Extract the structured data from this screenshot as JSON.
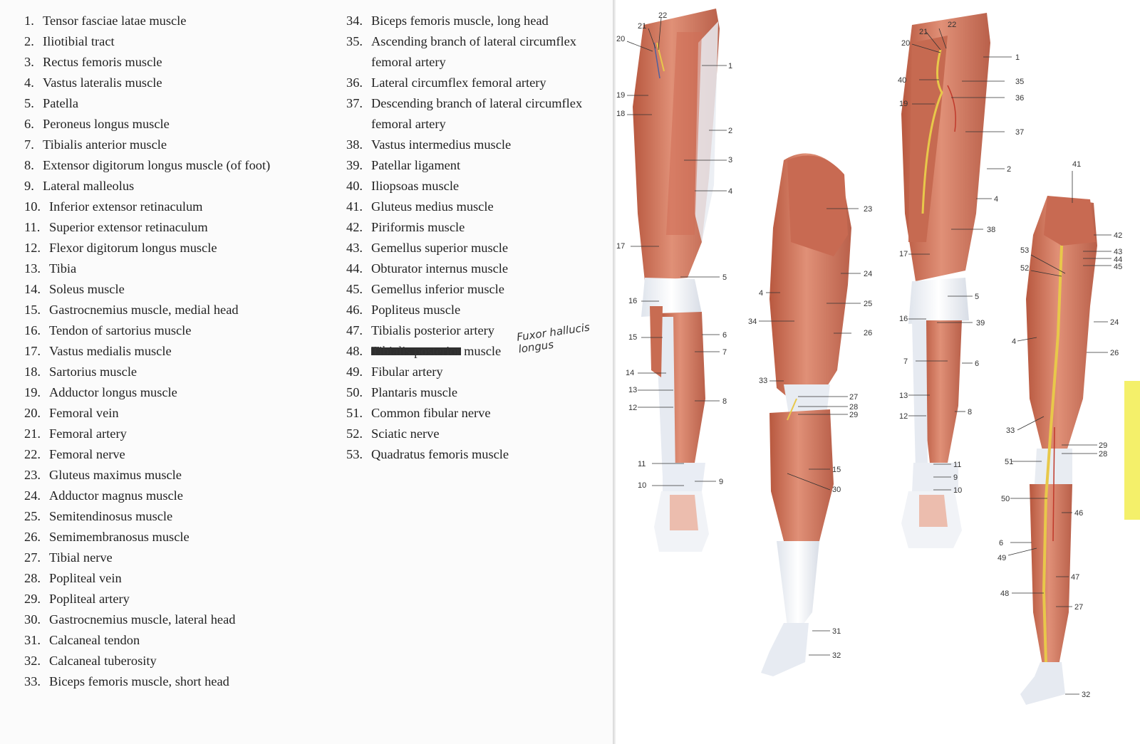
{
  "legend": {
    "col1": [
      {
        "num": "1.",
        "text": "Tensor fasciae latae muscle"
      },
      {
        "num": "2.",
        "text": "Iliotibial tract"
      },
      {
        "num": "3.",
        "text": "Rectus femoris muscle"
      },
      {
        "num": "4.",
        "text": "Vastus lateralis muscle"
      },
      {
        "num": "5.",
        "text": "Patella"
      },
      {
        "num": "6.",
        "text": "Peroneus longus muscle"
      },
      {
        "num": "7.",
        "text": "Tibialis anterior muscle"
      },
      {
        "num": "8.",
        "text": "Extensor digitorum longus muscle (of foot)"
      },
      {
        "num": "9.",
        "text": "Lateral malleolus"
      },
      {
        "num": "10.",
        "text": "Inferior extensor retinaculum"
      },
      {
        "num": "11.",
        "text": "Superior extensor retinaculum"
      },
      {
        "num": "12.",
        "text": "Flexor digitorum longus muscle"
      },
      {
        "num": "13.",
        "text": "Tibia"
      },
      {
        "num": "14.",
        "text": "Soleus muscle"
      },
      {
        "num": "15.",
        "text": "Gastrocnemius muscle, medial head"
      },
      {
        "num": "16.",
        "text": "Tendon of sartorius muscle"
      },
      {
        "num": "17.",
        "text": "Vastus medialis muscle"
      },
      {
        "num": "18.",
        "text": "Sartorius muscle"
      },
      {
        "num": "19.",
        "text": "Adductor longus muscle"
      },
      {
        "num": "20.",
        "text": "Femoral vein"
      },
      {
        "num": "21.",
        "text": "Femoral artery"
      },
      {
        "num": "22.",
        "text": "Femoral nerve"
      },
      {
        "num": "23.",
        "text": "Gluteus maximus muscle"
      },
      {
        "num": "24.",
        "text": "Adductor magnus muscle"
      },
      {
        "num": "25.",
        "text": "Semitendinosus muscle"
      },
      {
        "num": "26.",
        "text": "Semimembranosus muscle"
      },
      {
        "num": "27.",
        "text": "Tibial nerve"
      },
      {
        "num": "28.",
        "text": "Popliteal vein"
      },
      {
        "num": "29.",
        "text": "Popliteal artery"
      },
      {
        "num": "30.",
        "text": "Gastrocnemius muscle, lateral head"
      },
      {
        "num": "31.",
        "text": "Calcaneal tendon"
      },
      {
        "num": "32.",
        "text": "Calcaneal tuberosity"
      },
      {
        "num": "33.",
        "text": "Biceps femoris muscle, short head"
      }
    ],
    "col2": [
      {
        "num": "34.",
        "text": "Biceps femoris muscle, long head"
      },
      {
        "num": "35.",
        "text": "Ascending branch of lateral circumflex femoral artery"
      },
      {
        "num": "36.",
        "text": "Lateral circumflex  femoral artery"
      },
      {
        "num": "37.",
        "text": "Descending branch of lateral circumflex femoral artery"
      },
      {
        "num": "38.",
        "text": "Vastus intermedius muscle"
      },
      {
        "num": "39.",
        "text": "Patellar ligament"
      },
      {
        "num": "40.",
        "text": "Iliopsoas muscle"
      },
      {
        "num": "41.",
        "text": "Gluteus medius muscle"
      },
      {
        "num": "42.",
        "text": "Piriformis muscle"
      },
      {
        "num": "43.",
        "text": "Gemellus superior muscle"
      },
      {
        "num": "44.",
        "text": "Obturator internus muscle"
      },
      {
        "num": "45.",
        "text": "Gemellus inferior muscle"
      },
      {
        "num": "46.",
        "text": "Popliteus muscle"
      },
      {
        "num": "47.",
        "text": "Tibialis posterior artery"
      },
      {
        "num": "48.",
        "text": "Tibialis posterior",
        "suffix": " muscle"
      },
      {
        "num": "49.",
        "text": "Fibular artery"
      },
      {
        "num": "50.",
        "text": "Plantaris muscle"
      },
      {
        "num": "51.",
        "text": "Common fibular nerve"
      },
      {
        "num": "52.",
        "text": "Sciatic nerve"
      },
      {
        "num": "53.",
        "text": "Quadratus femoris muscle"
      }
    ]
  },
  "handwritten_note": "Fuxor hallucis longus",
  "colors": {
    "muscle": "#d9826a",
    "muscle_dark": "#b8583f",
    "tendon": "#eef1f6",
    "nerve": "#e8c84a",
    "sticky_note": "#f4f06a"
  },
  "figure_labels": {
    "leg1": [
      "22",
      "21",
      "20",
      "1",
      "19",
      "18",
      "2",
      "3",
      "4",
      "17",
      "5",
      "16",
      "15",
      "6",
      "7",
      "14",
      "13",
      "8",
      "12",
      "11",
      "9",
      "10"
    ],
    "leg2": [
      "23",
      "24",
      "4",
      "25",
      "34",
      "26",
      "33",
      "27",
      "28",
      "29",
      "15",
      "30",
      "31",
      "32"
    ],
    "leg3": [
      "22",
      "21",
      "20",
      "1",
      "40",
      "35",
      "36",
      "19",
      "37",
      "2",
      "4",
      "38",
      "17",
      "5",
      "16",
      "39",
      "7",
      "6",
      "13",
      "8",
      "12",
      "11",
      "9",
      "10"
    ],
    "leg4": [
      "41",
      "42",
      "43",
      "44",
      "45",
      "53",
      "52",
      "24",
      "4",
      "26",
      "33",
      "29",
      "28",
      "51",
      "50",
      "46",
      "6",
      "49",
      "47",
      "48",
      "27",
      "32"
    ]
  }
}
